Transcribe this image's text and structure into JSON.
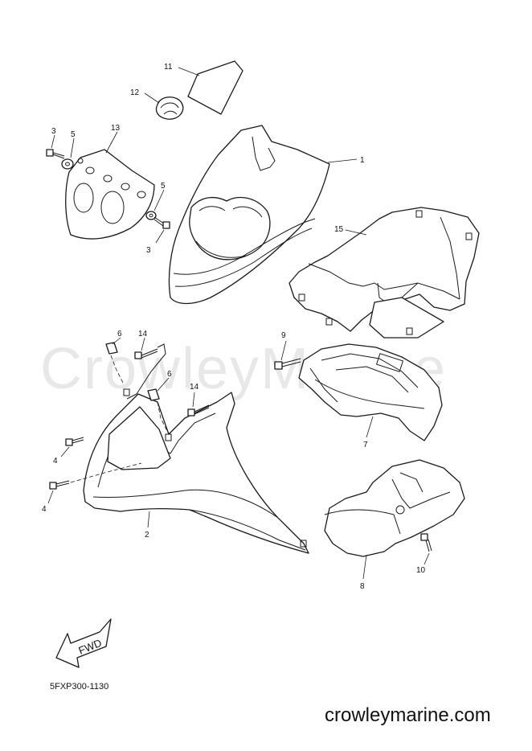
{
  "watermark": "CrowleyMarine",
  "drawing_code": "5FXP300-1130",
  "footer": "crowleymarine.com",
  "fwd_label": "FWD",
  "callouts": {
    "c1": "1",
    "c2": "2",
    "c3a": "3",
    "c3b": "3",
    "c4a": "4",
    "c4b": "4",
    "c5a": "5",
    "c5b": "5",
    "c6a": "6",
    "c6b": "6",
    "c7": "7",
    "c8": "8",
    "c9": "9",
    "c10": "10",
    "c11": "11",
    "c12": "12",
    "c13": "13",
    "c14a": "14",
    "c14b": "14",
    "c15": "15"
  }
}
